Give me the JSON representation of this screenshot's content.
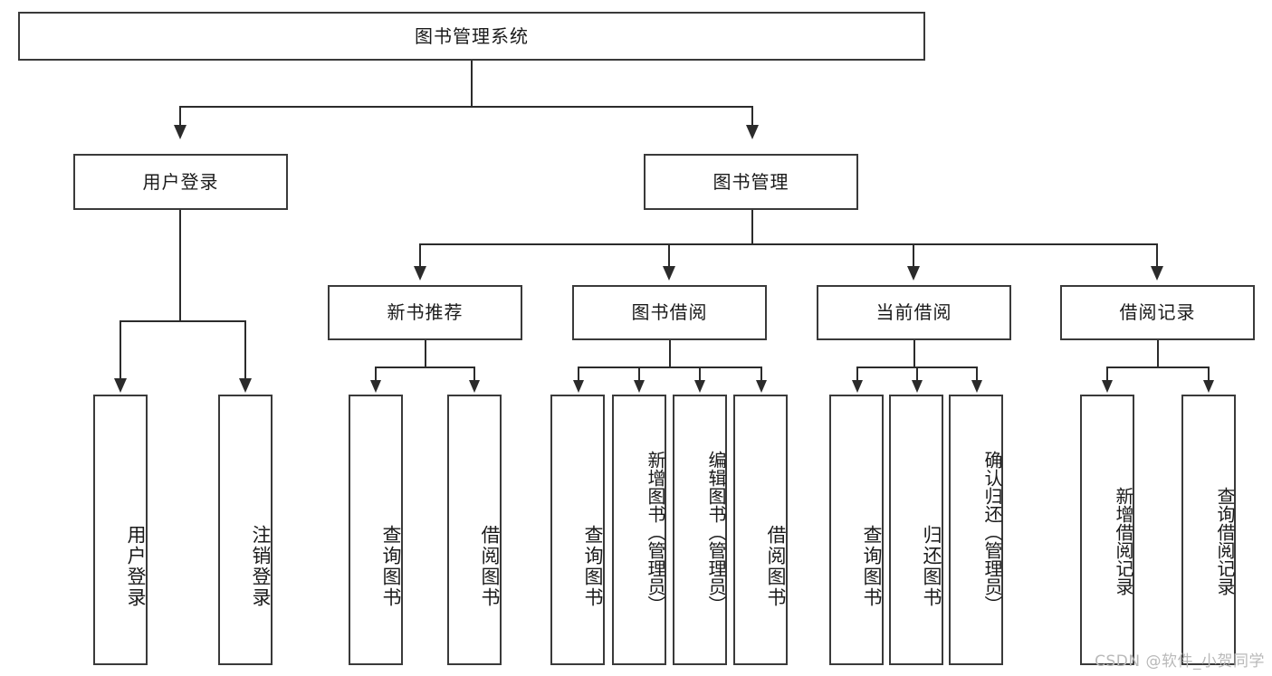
{
  "diagram": {
    "type": "tree-hierarchy-chart",
    "title": "图书管理系统",
    "root": {
      "id": "root",
      "label": "图书管理系统"
    },
    "level2": [
      {
        "id": "user-login",
        "label": "用户登录"
      },
      {
        "id": "book-management",
        "label": "图书管理"
      }
    ],
    "level3": [
      {
        "id": "new-book-recommend",
        "label": "新书推荐",
        "parent": "book-management"
      },
      {
        "id": "book-borrow",
        "label": "图书借阅",
        "parent": "book-management"
      },
      {
        "id": "current-borrow",
        "label": "当前借阅",
        "parent": "book-management"
      },
      {
        "id": "borrow-record",
        "label": "借阅记录",
        "parent": "book-management"
      }
    ],
    "leaves": {
      "user_login": [
        {
          "id": "leaf-user-login",
          "label": "用户登录"
        },
        {
          "id": "leaf-logout-login",
          "label": "注销登录"
        }
      ],
      "new_book_recommend": [
        {
          "id": "leaf-query-book-1",
          "label": "查询图书"
        },
        {
          "id": "leaf-borrow-book-1",
          "label": "借阅图书"
        }
      ],
      "book_borrow": [
        {
          "id": "leaf-query-book-2",
          "label": "查询图书"
        },
        {
          "id": "leaf-add-book",
          "label": "新增图书（管理员）"
        },
        {
          "id": "leaf-edit-book",
          "label": "编辑图书（管理员）"
        },
        {
          "id": "leaf-borrow-book-2",
          "label": "借阅图书"
        }
      ],
      "current_borrow": [
        {
          "id": "leaf-query-book-3",
          "label": "查询图书"
        },
        {
          "id": "leaf-return-book",
          "label": "归还图书"
        },
        {
          "id": "leaf-confirm-return",
          "label": "确认归还（管理员）"
        }
      ],
      "borrow_record": [
        {
          "id": "leaf-add-record",
          "label": "新增借阅记录"
        },
        {
          "id": "leaf-query-record",
          "label": "查询借阅记录"
        }
      ]
    }
  },
  "watermark": {
    "text": "CSDN @软件_小贺同学"
  },
  "colors": {
    "box_border": "#3a3a3a",
    "edge": "#2b2b2b",
    "background": "#ffffff",
    "text": "#1a1a1a",
    "watermark": "#b9b9b9"
  }
}
